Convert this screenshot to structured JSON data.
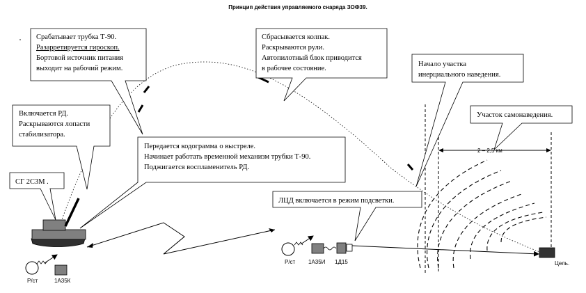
{
  "title": "Принцип действия управляемого снаряда ЗОФ39.",
  "callouts": {
    "t90": [
      "Срабатывает трубка Т-90.",
      "Разарретируется гироскоп.",
      "Бортовой источник питания",
      "выходит на рабочий режим."
    ],
    "rd": [
      "Включается РД.",
      "Раскрываются лопасти",
      "стабилизатора."
    ],
    "codegram": [
      "Передается кодограмма о выстреле.",
      "Начинает работать временной механизм трубки Т-90.",
      "Поджигается воспламенитель РД."
    ],
    "cap": [
      "Сбрасывается колпак.",
      "Раскрываются рули.",
      "Автопилотный блок приводится",
      "в рабочее состояние."
    ],
    "inertial": [
      "Начало участка",
      "инерциального  наведения."
    ],
    "homing": [
      "Участок самонаведения."
    ],
    "sg": [
      "СГ 2С3М ."
    ],
    "ltsd": [
      "ЛЦД включается в режим подсветки."
    ]
  },
  "labels": {
    "distance": "2 – 2,5 км",
    "target": "Цель.",
    "rst_left": "Р/ст",
    "dev_1a35k": "1А35К",
    "rst_right": "Р/ст",
    "dev_1a35i": "1А35И",
    "dev_1d15": "1Д15"
  },
  "colors": {
    "line": "#000000",
    "fill_gray": "#808080",
    "dark": "#333333",
    "wavy_underline": "#dd0000"
  }
}
